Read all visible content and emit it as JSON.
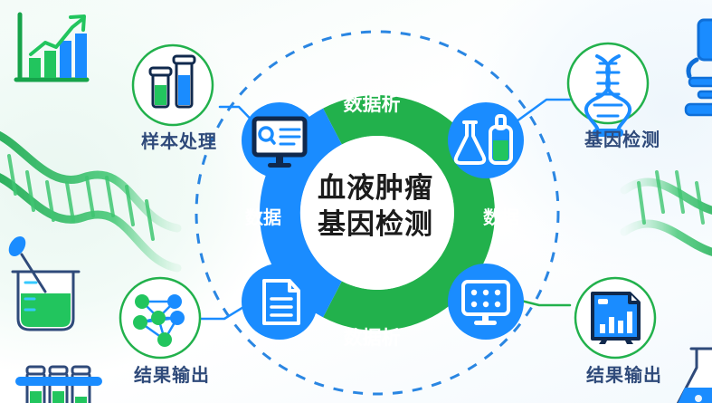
{
  "infographic": {
    "center": {
      "title_line1": "血液肿瘤",
      "title_line2": "基因检测"
    },
    "ring_segments": [
      {
        "id": "top",
        "label": "数据析",
        "color": "#22b14c",
        "icon": "monitor-report-icon"
      },
      {
        "id": "right",
        "label": "数据",
        "color": "#22b14c",
        "icon": "flask-bottle-icon"
      },
      {
        "id": "bottom",
        "label": "数据析",
        "color": "#22b14c",
        "icon": "document-icon"
      },
      {
        "id": "left",
        "label": "数据",
        "color": "#1a8cff",
        "icon": "monitor-grid-icon"
      }
    ],
    "nodes": [
      {
        "id": "top-left",
        "label": "样本处理",
        "icon": "test-tubes-icon"
      },
      {
        "id": "top-right",
        "label": "基因检测",
        "icon": "dna-helix-icon"
      },
      {
        "id": "bottom-left",
        "label": "结果输出",
        "icon": "network-nodes-icon"
      },
      {
        "id": "bottom-right",
        "label": "结果输出",
        "icon": "chart-report-icon"
      }
    ],
    "decorations": [
      {
        "id": "growth-chart",
        "icon": "growth-bar-chart-icon"
      },
      {
        "id": "dna-left",
        "icon": "dna-strand-icon"
      },
      {
        "id": "dna-right",
        "icon": "dna-strand-icon"
      },
      {
        "id": "beaker",
        "icon": "beaker-pipette-icon"
      },
      {
        "id": "test-tube-rack",
        "icon": "test-tube-rack-icon"
      },
      {
        "id": "microscope",
        "icon": "microscope-icon"
      },
      {
        "id": "flask-corner",
        "icon": "flask-icon"
      }
    ],
    "colors": {
      "green": "#22b14c",
      "green_light": "#35c36a",
      "blue": "#1a8cff",
      "blue_dark": "#0f6fd8",
      "navy": "#2f4a7a",
      "dashed_ring": "#1f7fe0",
      "white": "#ffffff"
    }
  }
}
